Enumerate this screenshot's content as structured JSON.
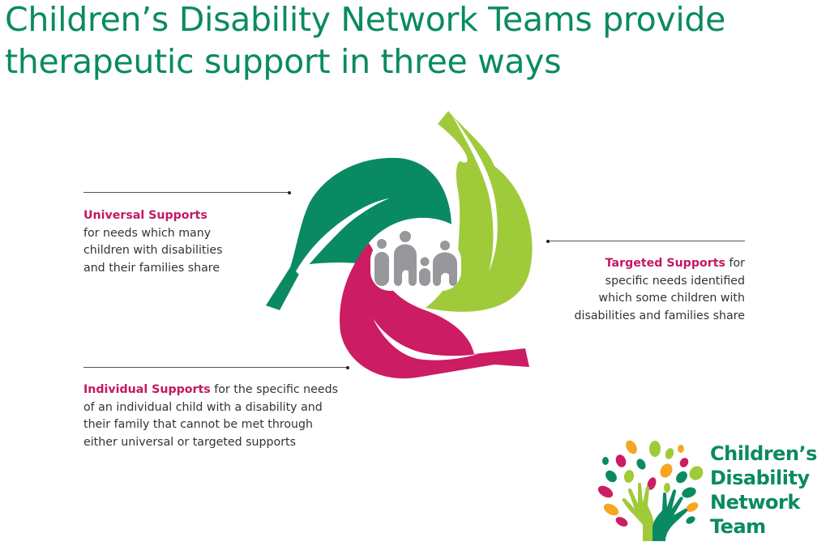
{
  "title": {
    "line1": "Children’s Disability Network Teams provide",
    "line2": "therapeutic support in three ways"
  },
  "supports": {
    "universal": {
      "lead": "Universal Supports",
      "lines": [
        "for needs which many",
        "children with disabilities",
        "and their families share"
      ],
      "color": "#0a8a63"
    },
    "targeted": {
      "lead": "Targeted Supports",
      "lead_suffix": " for",
      "lines": [
        "specific needs identified",
        "which some children with",
        "disabilities and families share"
      ],
      "color": "#9fcb3b"
    },
    "individual": {
      "lead": "Individual Supports",
      "lead_suffix": " for the specific needs",
      "lines": [
        "of an individual child with a disability and",
        "their family that cannot be met through",
        "either universal or targeted supports"
      ],
      "color": "#cc1c63"
    }
  },
  "colors": {
    "title_green": "#0a8a63",
    "label_pink": "#c4185f",
    "leaf_dark_green": "#0a8a63",
    "leaf_lime": "#9fcb3b",
    "leaf_magenta": "#cc1c63",
    "family_grey": "#97989b",
    "logo_orange": "#f5a623"
  },
  "center_icon": "family-icon",
  "logo": {
    "icon": "tree-hands-icon",
    "lines": [
      "Children’s",
      "Disability",
      "Network",
      "Team"
    ]
  }
}
